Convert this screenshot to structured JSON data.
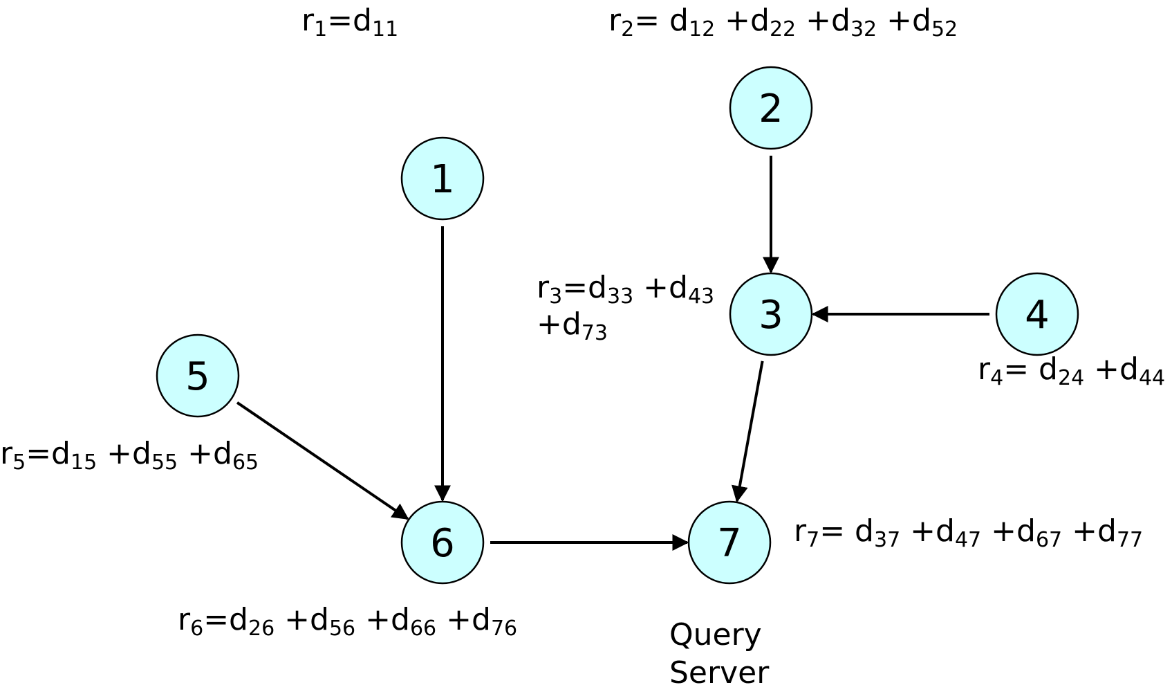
{
  "nodes": [
    {
      "id": "1",
      "label": "1"
    },
    {
      "id": "2",
      "label": "2"
    },
    {
      "id": "3",
      "label": "3"
    },
    {
      "id": "4",
      "label": "4"
    },
    {
      "id": "5",
      "label": "5"
    },
    {
      "id": "6",
      "label": "6"
    },
    {
      "id": "7",
      "label": "7"
    }
  ],
  "edges": [
    {
      "from": "2",
      "to": "3"
    },
    {
      "from": "4",
      "to": "3"
    },
    {
      "from": "3",
      "to": "7"
    },
    {
      "from": "1",
      "to": "6"
    },
    {
      "from": "5",
      "to": "6"
    },
    {
      "from": "6",
      "to": "7"
    }
  ],
  "equations": {
    "r1": {
      "lead": "r",
      "lead_sub": "1",
      "terms": [
        {
          "prefix": "=d",
          "sub": "11"
        }
      ]
    },
    "r2": {
      "lead": "r",
      "lead_sub": "2",
      "terms": [
        {
          "prefix": "= d",
          "sub": "12"
        },
        {
          "prefix": " +d",
          "sub": "22"
        },
        {
          "prefix": " +d",
          "sub": "32"
        },
        {
          "prefix": " +d",
          "sub": "52"
        }
      ]
    },
    "r3": {
      "lead": "r",
      "lead_sub": "3",
      "terms": [
        {
          "prefix": "=d",
          "sub": "33"
        },
        {
          "prefix": " +d",
          "sub": "43"
        }
      ],
      "line2": [
        {
          "prefix": "+d",
          "sub": "73"
        }
      ]
    },
    "r4": {
      "lead": "r",
      "lead_sub": "4",
      "terms": [
        {
          "prefix": "= d",
          "sub": "24"
        },
        {
          "prefix": " +d",
          "sub": "44"
        }
      ]
    },
    "r5": {
      "lead": "r",
      "lead_sub": "5",
      "terms": [
        {
          "prefix": "=d",
          "sub": "15"
        },
        {
          "prefix": " +d",
          "sub": "55"
        },
        {
          "prefix": " +d",
          "sub": "65"
        }
      ]
    },
    "r6": {
      "lead": "r",
      "lead_sub": "6",
      "terms": [
        {
          "prefix": "=d",
          "sub": "26"
        },
        {
          "prefix": " +d",
          "sub": "56"
        },
        {
          "prefix": " +d",
          "sub": "66"
        },
        {
          "prefix": " +d",
          "sub": "76"
        }
      ]
    },
    "r7": {
      "lead": "r",
      "lead_sub": "7",
      "terms": [
        {
          "prefix": "= d",
          "sub": "37"
        },
        {
          "prefix": " +d",
          "sub": "47"
        },
        {
          "prefix": " +d",
          "sub": "67"
        },
        {
          "prefix": " +d",
          "sub": "77"
        }
      ]
    }
  },
  "query_server_label": {
    "line1": "Query",
    "line2": "Server"
  },
  "colors": {
    "node_fill": "#ccffff",
    "stroke": "#000000"
  }
}
